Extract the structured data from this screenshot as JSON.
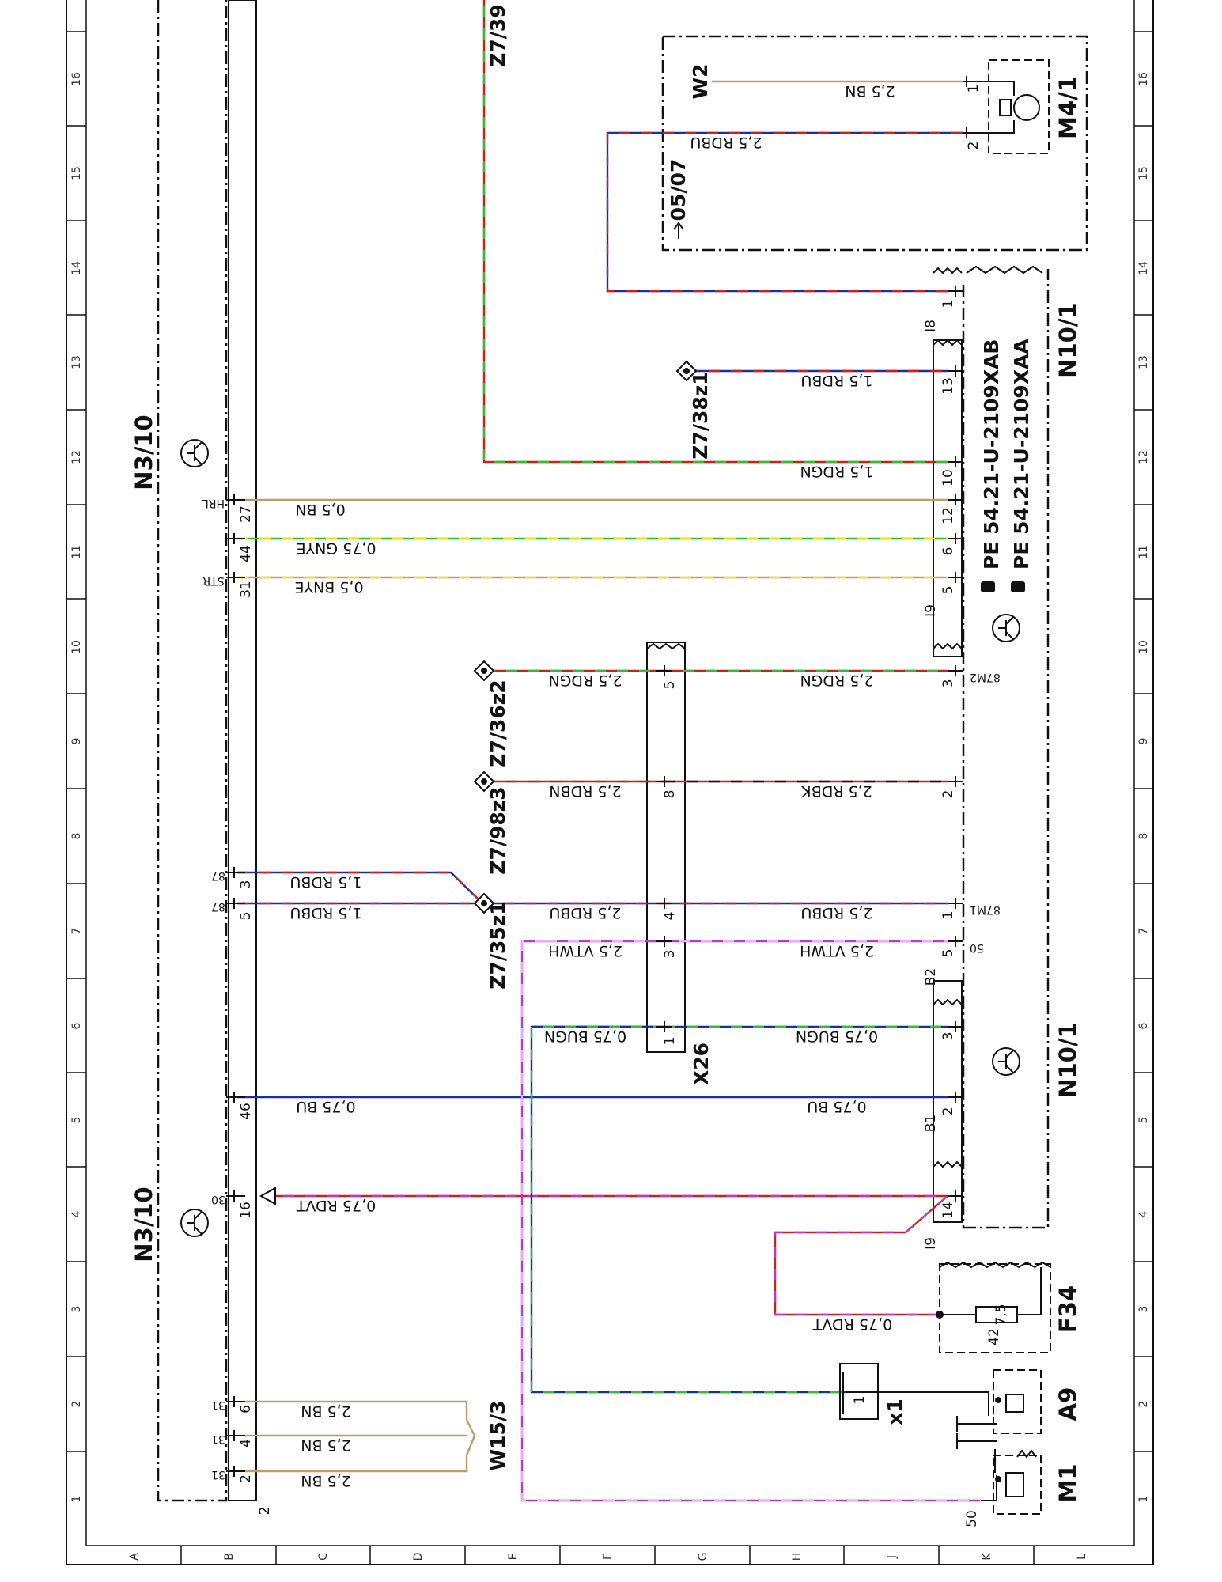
{
  "frame": {
    "row_labels": [
      "A",
      "B",
      "C",
      "D",
      "E",
      "F",
      "G",
      "H",
      "J",
      "K",
      "L"
    ],
    "column_labels": [
      "1",
      "2",
      "3",
      "4",
      "5",
      "6",
      "7",
      "8",
      "9",
      "10",
      "11",
      "12",
      "13",
      "14",
      "15",
      "16"
    ]
  },
  "components": {
    "N3_10_lower": {
      "label": "N3/10"
    },
    "N3_10_upper": {
      "label": "N3/10"
    },
    "N10_1_lower": {
      "label": "N10/1"
    },
    "N10_1_upper": {
      "label": "N10/1"
    },
    "X26": {
      "label": "X26"
    },
    "W15_3": {
      "label": "W15/3"
    },
    "M1": {
      "label": "M1"
    },
    "A9": {
      "label": "A9"
    },
    "F34": {
      "label": "F34",
      "fuse_value": "7,5",
      "fuse_number": "42"
    },
    "x1": {
      "label": "x1"
    },
    "M4_1": {
      "label": "M4/1"
    },
    "W2": {
      "label": "W2"
    },
    "ref_0507": {
      "label": "05/07"
    },
    "pe_ref_1": {
      "label": "PE 54.21-U-2109XAB"
    },
    "pe_ref_2": {
      "label": "PE 54.21-U-2109XAA"
    }
  },
  "connector_labels": {
    "z7_35z1": "Z7/35z1",
    "z7_98z3": "Z7/98z3",
    "z7_36z2": "Z7/36z2",
    "z7_38z1": "Z7/38z1",
    "z7_39": "Z7/39"
  },
  "connector_ids": {
    "n3_lower_plug": "2",
    "n10_b1": "B1",
    "n10_b2": "B2",
    "n10_i9_lower": "I9",
    "n10_i9_upper": "I9",
    "n10_i8": "I8",
    "m1_pin": "50"
  },
  "pins": {
    "n3": {
      "p2": "2",
      "p4": "4",
      "p6": "6",
      "p16": "16",
      "p46": "46",
      "p5": "5",
      "p3": "3",
      "p31": "31",
      "p44": "44",
      "p27": "27",
      "f31a": "31",
      "f31b": "31",
      "f31c": "31",
      "f30": "30",
      "f87a": "87",
      "f87b": "87",
      "fstr": "STR",
      "fhrl": "HRL"
    },
    "n10": {
      "p14": "14",
      "p2": "2",
      "p3a": "3",
      "p5a": "5",
      "p1a": "1",
      "p2b": "2",
      "p3b": "3",
      "p5b": "5",
      "p6": "6",
      "p12": "12",
      "p10": "10",
      "p13": "13",
      "p1b": "1",
      "f50": "50",
      "f87m1": "87M1",
      "f87m2": "87M2"
    },
    "x26": {
      "p1": "1",
      "p3": "3",
      "p4": "4",
      "p8": "8",
      "p5": "5"
    },
    "m4_1": {
      "p1": "1",
      "p2": "2"
    },
    "x1": {
      "p1": "1"
    }
  },
  "wires": {
    "w_2bn_a": "2,5 BN",
    "w_2bn_b": "2,5 BN",
    "w_2bn_c": "2,5 BN",
    "w_rdvt_f34": "0,75 RDVT",
    "w_rdvt_n3": "0,75 RDVT",
    "w_bu": "0,75 BU",
    "w_bugn_left": "0,75 BUGN",
    "w_bugn_right": "0,75 BUGN",
    "w_vtwh_left": "2,5 VTWH",
    "w_vtwh_right": "2,5 VTWH",
    "w_rdbu_n3a": "1,5 RDBU",
    "w_rdbu_n3b": "1,5 RDBU",
    "w_rdbu_x26": "2,5 RDBU",
    "w_rdbu_n10": "2,5 RDBU",
    "w_rdbn": "2,5 RDBN",
    "w_rdbk": "2,5 RDBK",
    "w_rdgn_x26": "2,5 RDGN",
    "w_rdgn_n10": "2,5 RDGN",
    "w_bnye": "0,5 BNYE",
    "w_gnye": "0,75 GNYE",
    "w_bn_hrl": "0,5 BN",
    "w_rdgn_1_5": "1,5 RDGN",
    "w_rdbu_1_5": "1,5 RDBU",
    "w_rdbu_m4": "2,5 RDBU",
    "w_bn_w2": "2,5 BN",
    "w_rdgn_top": "1,5 RDGN"
  },
  "colors": {
    "brown": "#c49a6c",
    "blue": "#1a2fa0",
    "red": "#cc1f1f",
    "green": "#2fbf2f",
    "violet": "#b43cc8",
    "yellow": "#f2e600",
    "white": "#ffffff",
    "frame": "#111111"
  }
}
